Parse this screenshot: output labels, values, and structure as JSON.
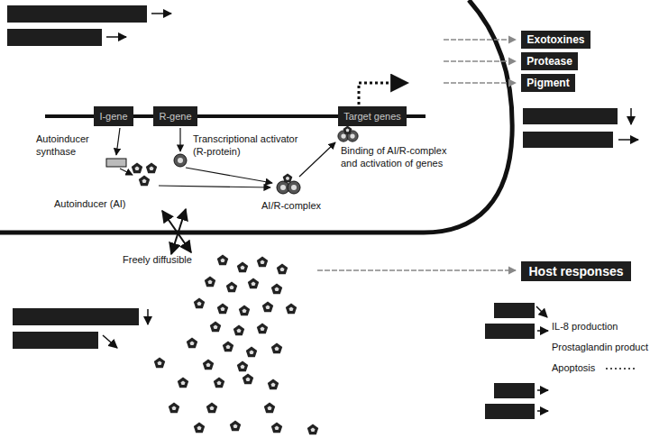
{
  "diagram": {
    "nodes": [
      {
        "text": [
          "I-gene"
        ]
      },
      {
        "text": [
          "R-gene"
        ]
      },
      {
        "text": [
          "Target genes"
        ]
      },
      {
        "text": [
          "Exotoxines"
        ]
      },
      {
        "text": [
          "Protease"
        ]
      },
      {
        "text": [
          "Pigment"
        ]
      },
      {
        "text": [
          "Host responses"
        ]
      }
    ],
    "labels": [
      "Autoinducer synthase",
      "Transcriptional activator (R-protein)",
      "Binding of AI/R-complex and activation of genes",
      "Autoinducer (AI)",
      "AI/R-complex",
      "Freely diffusible",
      "IL-8 production",
      "Prostaglandin product",
      "Apoptosis"
    ]
  }
}
